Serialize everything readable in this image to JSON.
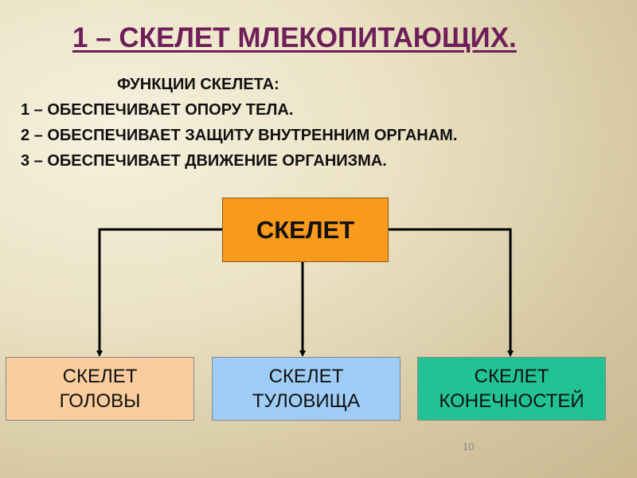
{
  "title": "1 – СКЕЛЕТ МЛЕКОПИТАЮЩИХ.",
  "functions": {
    "heading": "ФУНКЦИИ СКЕЛЕТА:",
    "items": [
      "1 – ОБЕСПЕЧИВАЕТ ОПОРУ ТЕЛА.",
      "2 – ОБЕСПЕЧИВАЕТ ЗАЩИТУ ВНУТРЕННИМ ОРГАНАМ.",
      "3 – ОБЕСПЕЧИВАЕТ ДВИЖЕНИЕ ОРГАНИЗМА."
    ]
  },
  "diagram": {
    "root": "СКЕЛЕТ",
    "children": [
      {
        "line1": "СКЕЛЕТ",
        "line2": "ГОЛОВЫ"
      },
      {
        "line1": "СКЕЛЕТ",
        "line2": "ТУЛОВИЩА"
      },
      {
        "line1": "СКЕЛЕТ",
        "line2": "КОНЕЧНОСТЕЙ"
      }
    ]
  },
  "colors": {
    "title": "#6e1f5a",
    "root_box": "#f99a1d",
    "head_box": "#f9cd9d",
    "trunk_box": "#9fcdf6",
    "limbs_box": "#21c394"
  },
  "page_number": "10"
}
